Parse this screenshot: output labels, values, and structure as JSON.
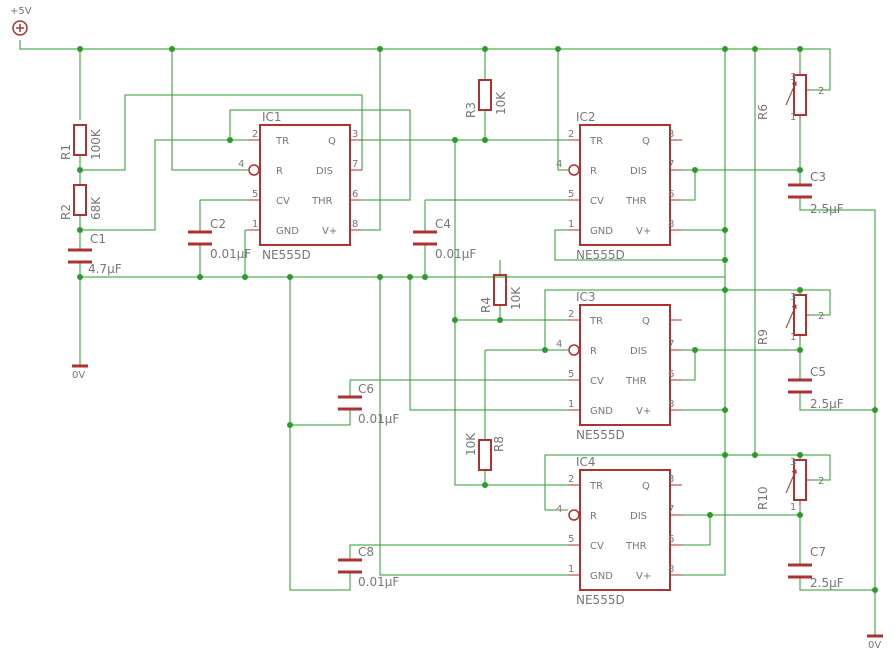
{
  "supply": {
    "vcc": "+5V",
    "gnd1": "0V",
    "gnd2": "0V"
  },
  "ic": [
    {
      "name": "IC1",
      "type": "NE555D"
    },
    {
      "name": "IC2",
      "type": "NE555D"
    },
    {
      "name": "IC3",
      "type": "NE555D"
    },
    {
      "name": "IC4",
      "type": "NE555D"
    }
  ],
  "pin_names": {
    "tr": "TR",
    "q": "Q",
    "r": "R",
    "dis": "DIS",
    "cv": "CV",
    "thr": "THR",
    "gnd": "GND",
    "vplus": "V+"
  },
  "pin_numbers": {
    "tr": "2",
    "q": "3",
    "r": "4",
    "dis": "7",
    "cv": "5",
    "thr": "6",
    "gnd": "1",
    "vplus": "8"
  },
  "parts": {
    "r1": {
      "name": "R1",
      "value": "100K"
    },
    "r2": {
      "name": "R2",
      "value": "68K"
    },
    "r3": {
      "name": "R3",
      "value": "10K"
    },
    "r4": {
      "name": "R4",
      "value": "10K"
    },
    "r8": {
      "name": "R8",
      "value": "10K"
    },
    "r6": {
      "name": "R6"
    },
    "r9": {
      "name": "R9"
    },
    "r10": {
      "name": "R10"
    },
    "c1": {
      "name": "C1",
      "value": "4.7µF"
    },
    "c2": {
      "name": "C2",
      "value": "0.01µF"
    },
    "c4": {
      "name": "C4",
      "value": "0.01µF"
    },
    "c6": {
      "name": "C6",
      "value": "0.01µF"
    },
    "c8": {
      "name": "C8",
      "value": "0.01µF"
    },
    "c3": {
      "name": "C3",
      "value": "2.5µF"
    },
    "c5": {
      "name": "C5",
      "value": "2.5µF"
    },
    "c7": {
      "name": "C7",
      "value": "2.5µF"
    }
  },
  "pot_pins": {
    "p1": "1",
    "p2": "2",
    "p3": "3"
  }
}
